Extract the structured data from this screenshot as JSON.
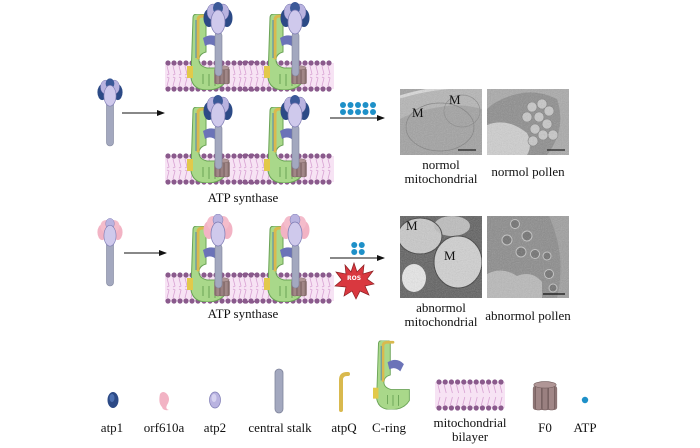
{
  "normal_row": {
    "complex_label": "ATP synthase",
    "atp_output_count": 10,
    "micrographs": {
      "mito_caption_line1": "normol",
      "mito_caption_line2": "mitochondrial",
      "mito_marker_1": "M",
      "mito_marker_2": "M",
      "pollen_caption": "normol pollen"
    }
  },
  "abnormal_row": {
    "complex_label": "ATP synthase",
    "atp_output_count": 4,
    "stress_badge": "ROS",
    "micrographs": {
      "mito_caption_line1": "abnormol",
      "mito_caption_line2": "mitochondrial",
      "mito_marker_1": "M",
      "mito_marker_2": "M",
      "pollen_caption": "abnormol pollen"
    }
  },
  "legend": {
    "items": [
      {
        "id": "atp1",
        "label": "atp1"
      },
      {
        "id": "orf610a",
        "label": "orf610a"
      },
      {
        "id": "atp2",
        "label": "atp2"
      },
      {
        "id": "central-stalk",
        "label": "central stalk"
      },
      {
        "id": "atpQ",
        "label": "atpQ"
      },
      {
        "id": "c-ring",
        "label": "C-ring"
      },
      {
        "id": "bilayer",
        "label_line1": "mitochondrial",
        "label_line2": "bilayer"
      },
      {
        "id": "f0",
        "label": "F0"
      },
      {
        "id": "atp",
        "label": "ATP"
      }
    ]
  },
  "colors": {
    "atp1": "#3b5998",
    "atp1_dark": "#2c4a86",
    "orf610a": "#f2b3c4",
    "atp2": "#b9b3e0",
    "stalk": "#a3a8bf",
    "atpQ": "#d9b94e",
    "c_ring": "#a9d88a",
    "c_ring_stroke": "#6aa356",
    "arm": "#6b73b8",
    "bilayer_head": "#8a5a8c",
    "bilayer_tail": "#f3d6ef",
    "f0": "#8c7474",
    "atp_dot": "#1e90c8",
    "ros": "#d9383f"
  }
}
